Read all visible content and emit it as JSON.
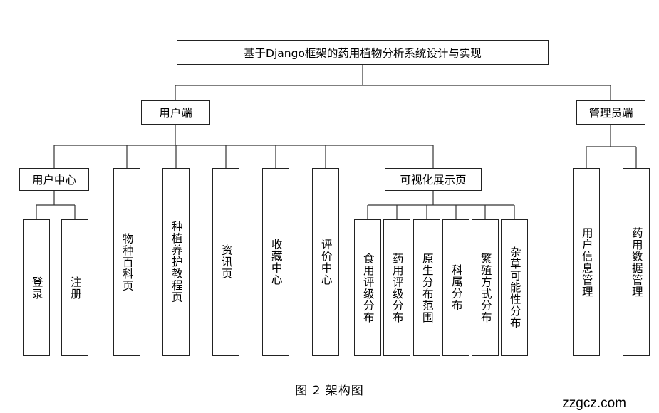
{
  "root": "基于Django框架的药用植物分析系统设计与实现",
  "user_side": {
    "label": "用户端",
    "user_center": {
      "label": "用户中心",
      "children": [
        "登录",
        "注册"
      ]
    },
    "pages": [
      "物种百科页",
      "种植养护教程页",
      "资讯页",
      "收藏中心",
      "评价中心"
    ],
    "visualization": {
      "label": "可视化展示页",
      "children": [
        "食用评级分布",
        "药用评级分布",
        "原生分布范围",
        "科属分布",
        "繁殖方式分布",
        "杂草可能性分布"
      ]
    }
  },
  "admin_side": {
    "label": "管理员端",
    "children": [
      "用户信息管理",
      "药用数据管理"
    ]
  },
  "caption": "图 2 架构图",
  "watermark": "zzgcz.com"
}
